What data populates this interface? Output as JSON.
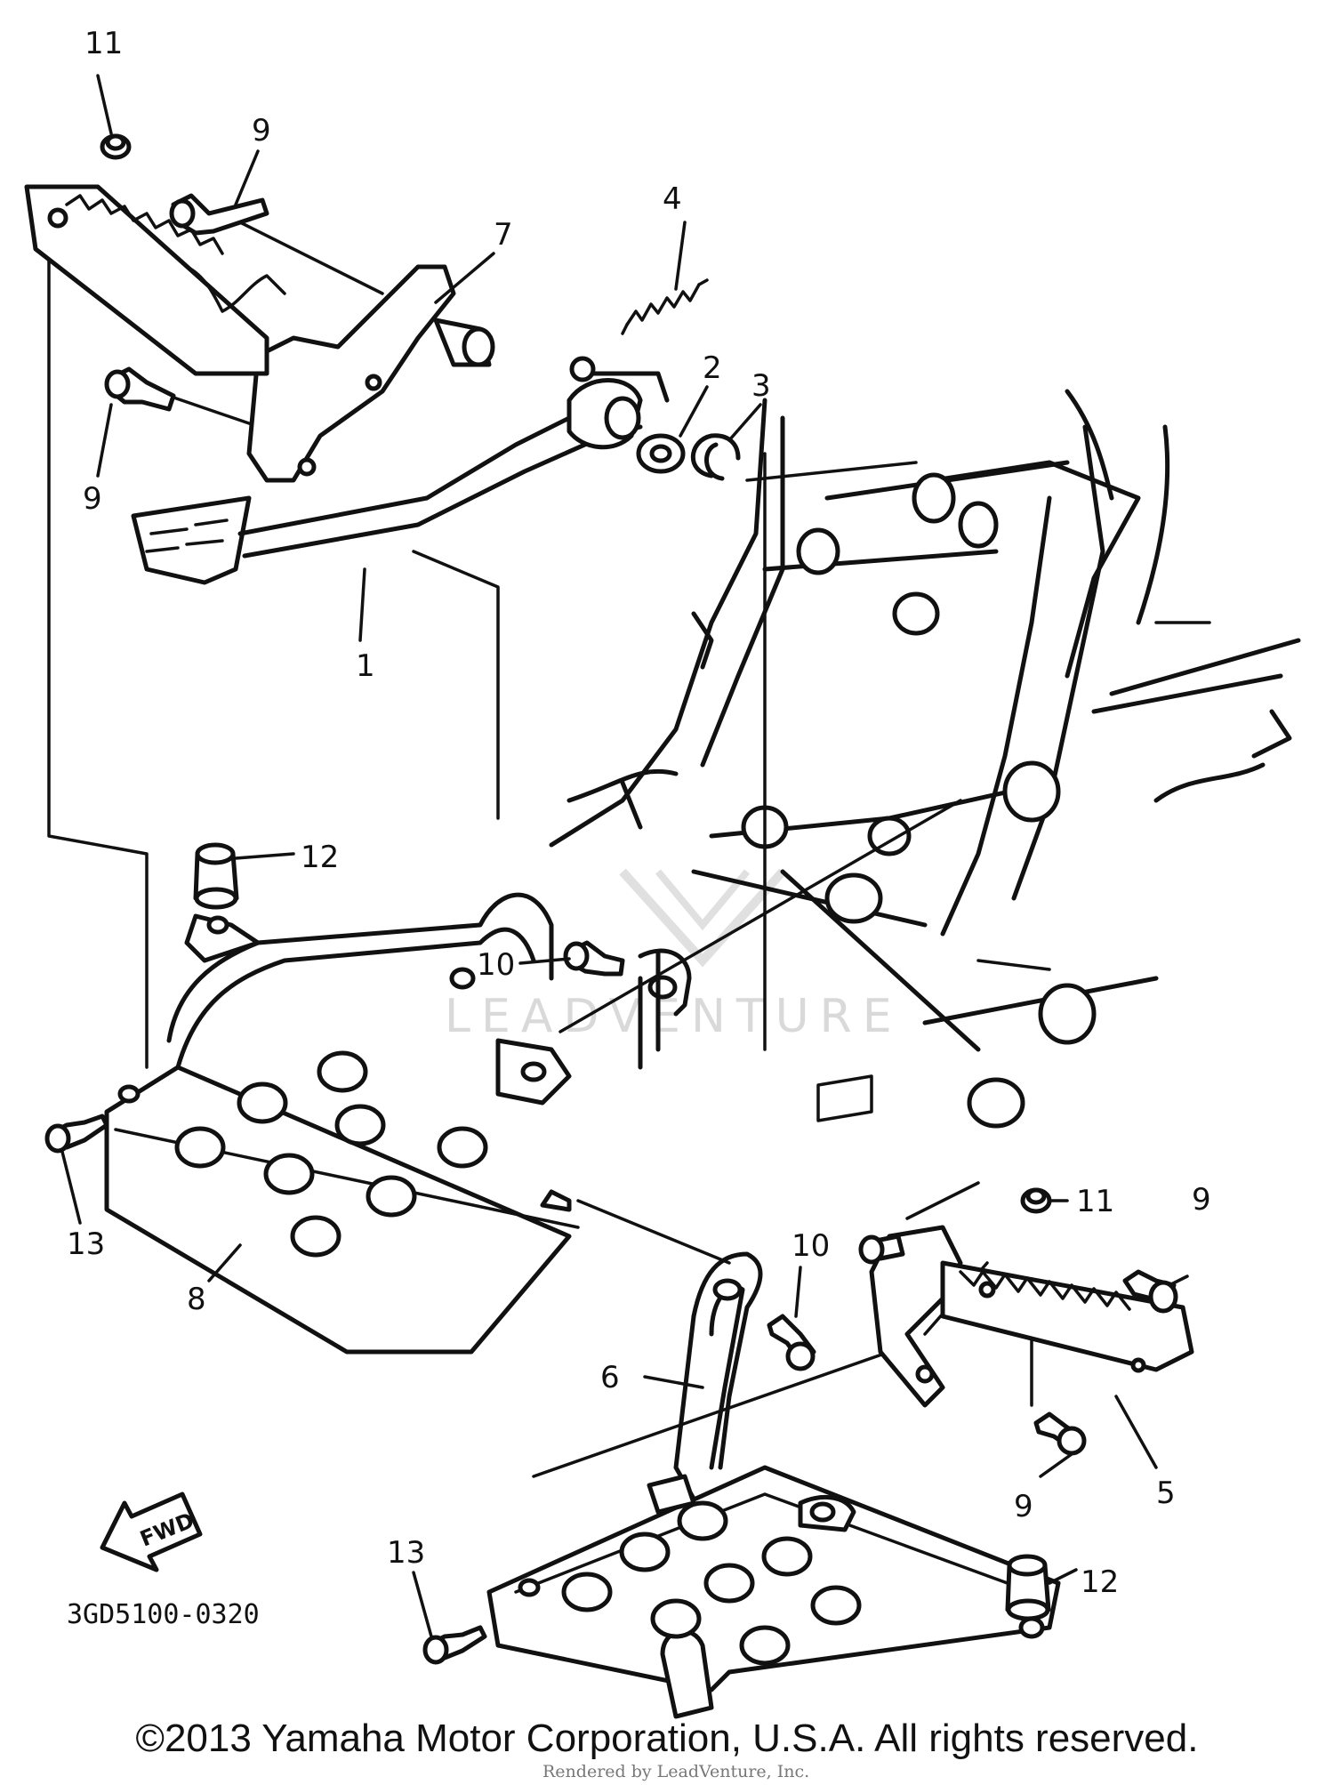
{
  "diagram": {
    "callouts": [
      "1",
      "2",
      "3",
      "4",
      "5",
      "6",
      "7",
      "8",
      "9",
      "9",
      "9",
      "9",
      "10",
      "10",
      "11",
      "11",
      "12",
      "12",
      "13",
      "13"
    ],
    "part_code": "3GD5100-0320",
    "fwd_label": "FWD",
    "watermark": "LEADVENTURE",
    "rendered_by": "Rendered by LeadVenture, Inc."
  },
  "footer": {
    "copyright": "©2013 Yamaha Motor Corporation, U.S.A. All rights reserved."
  }
}
